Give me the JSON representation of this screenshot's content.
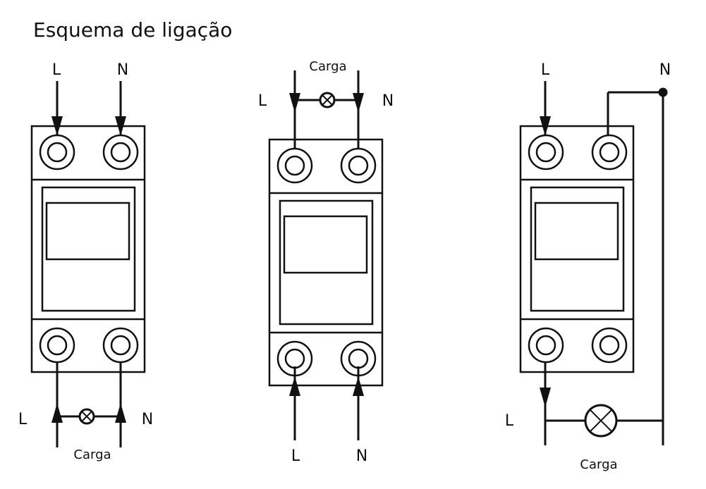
{
  "title": "Esquema de ligação",
  "diagrams": [
    {
      "top_labels": [
        "L",
        "N"
      ],
      "bottom_labels": [
        "L",
        "N"
      ],
      "load_label": "Carga"
    },
    {
      "top_labels": [
        "L",
        "N"
      ],
      "bottom_labels": [
        "L",
        "N"
      ],
      "load_label": "Carga"
    },
    {
      "top_labels": [
        "L",
        "N"
      ],
      "bottom_labels": [
        "L"
      ],
      "load_label": "Carga"
    }
  ]
}
